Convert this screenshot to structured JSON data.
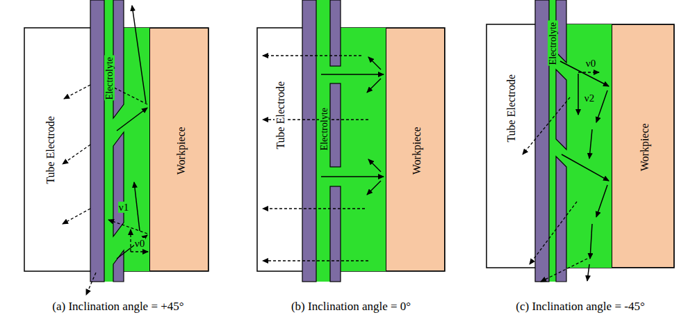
{
  "diagram": {
    "nodes": [
      {
        "text": [
          "Tube Electrode"
        ]
      },
      {
        "text": [
          "Electrolyte"
        ]
      },
      {
        "text": [
          "Workpiece"
        ]
      },
      {
        "text": [
          "Tube Electrode"
        ]
      },
      {
        "text": [
          "Electrolyte"
        ]
      },
      {
        "text": [
          "Workpiece"
        ]
      },
      {
        "text": [
          "Tube Electrode"
        ]
      },
      {
        "text": [
          "Electrolyte"
        ]
      },
      {
        "text": [
          "Workpiece"
        ]
      }
    ],
    "labels": [
      "ν1",
      "ν0",
      "ν0",
      "ν2",
      "(a) Inclination angle = +45°",
      "(b) Inclination angle = 0°",
      "(c) Inclination angle = -45°"
    ]
  }
}
